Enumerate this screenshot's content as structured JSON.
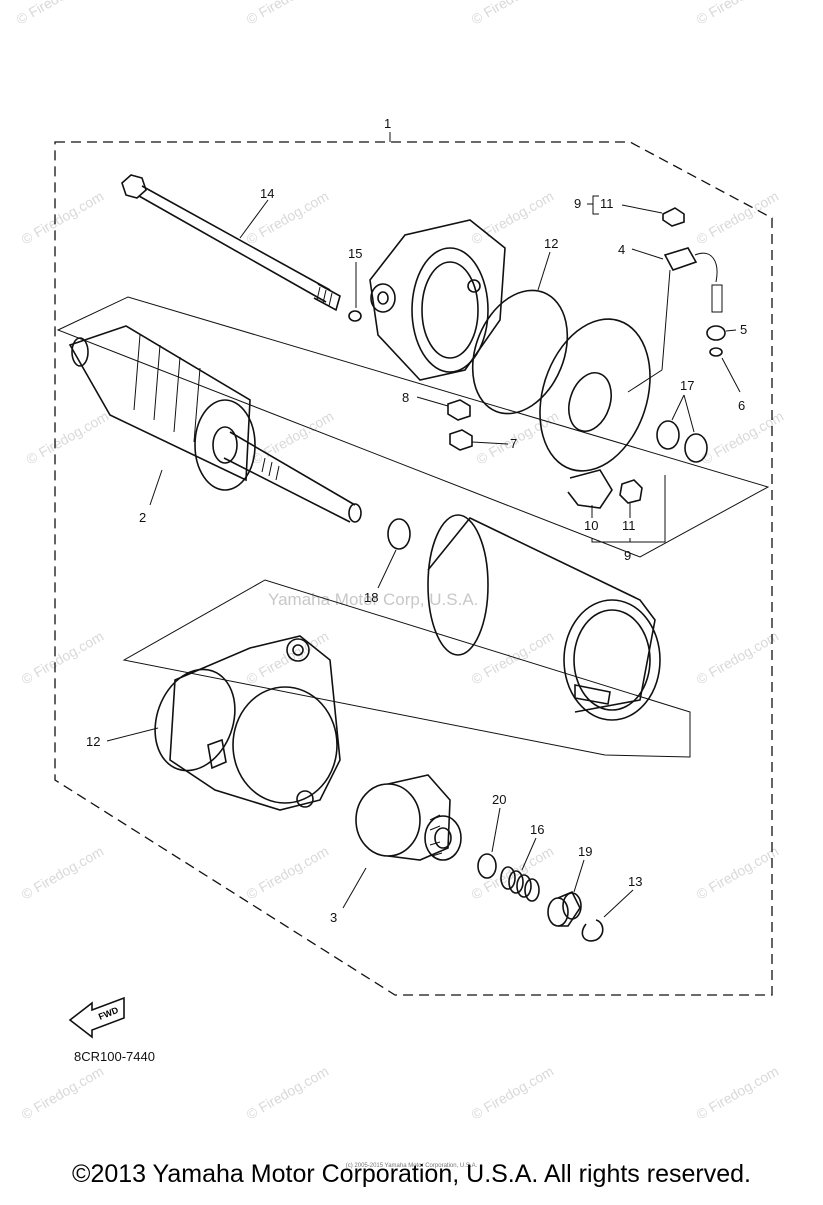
{
  "watermark": {
    "site": "© Firedog.com",
    "center": "Yamaha Motor Corp, U.S.A."
  },
  "diagram": {
    "labels": {
      "l1": "1",
      "l2": "2",
      "l3": "3",
      "l4": "4",
      "l5": "5",
      "l6": "6",
      "l7": "7",
      "l8": "8",
      "l9a": "9",
      "l9b": "9",
      "l10": "10",
      "l11a": "11",
      "l11b": "11",
      "l12a": "12",
      "l12b": "12",
      "l13": "13",
      "l14": "14",
      "l15": "15",
      "l16": "16",
      "l17": "17",
      "l18": "18",
      "l19": "19",
      "l20": "20"
    },
    "fwd_label": "FWD",
    "code": "8CR100-7440"
  },
  "footer": {
    "copyright": "©2013 Yamaha Motor Corporation, U.S.A. All rights reserved.",
    "small_print": "(c) 2005-2015 Yamaha Motor Corporation, U.S.A."
  }
}
